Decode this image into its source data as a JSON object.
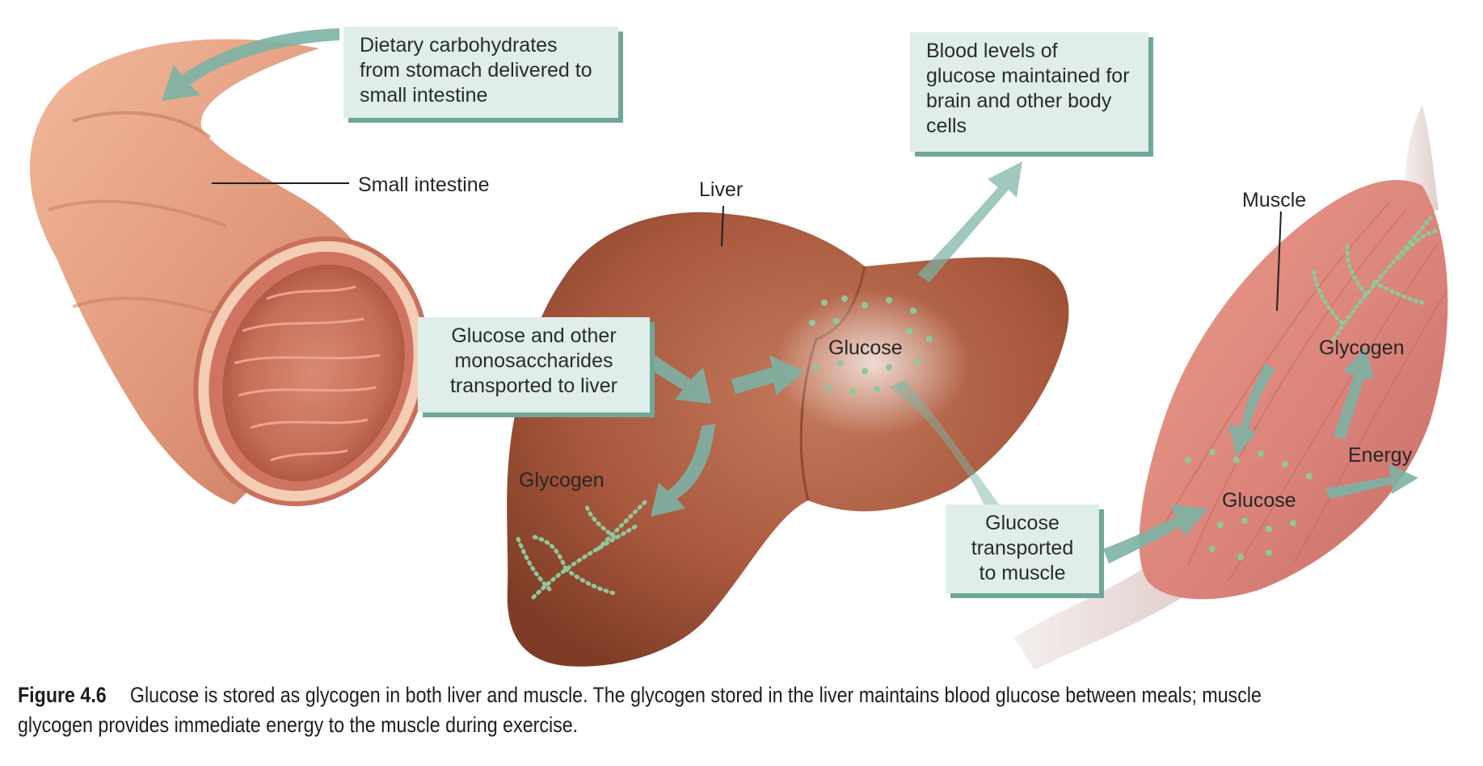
{
  "callouts": {
    "dietary": "Dietary carbohydrates from stomach delivered to small intestine",
    "blood": "Blood levels of glucose maintained for brain and other body cells",
    "transport_liver": "Glucose and other monosaccharides transported to liver",
    "transport_muscle": "Glucose transported to muscle"
  },
  "labels": {
    "small_intestine": "Small intestine",
    "liver": "Liver",
    "muscle": "Muscle",
    "liver_glucose": "Glucose",
    "liver_glycogen": "Glycogen",
    "muscle_glycogen": "Glycogen",
    "muscle_glucose": "Glucose",
    "energy": "Energy"
  },
  "caption": {
    "figure_number": "Figure 4.6",
    "text": "Glucose is stored as glycogen in both liver and muscle. The glycogen stored in the liver maintains blood glucose between meals; muscle glycogen provides immediate energy to the muscle during exercise."
  },
  "colors": {
    "callout_bg": "#dfeee8",
    "callout_shadow": "#6fa79a",
    "arrow": "#7cb3a5",
    "liver": "#a55a3e",
    "intestine": "#e7a58a",
    "muscle": "#de8f80",
    "glucose_dots": "#8fc79a"
  }
}
